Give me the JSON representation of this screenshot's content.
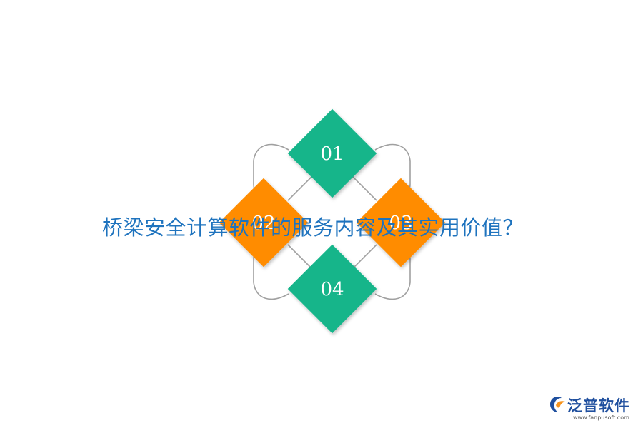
{
  "title": "桥梁安全计算软件的服务内容及其实用价值？",
  "items": [
    {
      "label": "01",
      "color": "#14b58a"
    },
    {
      "label": "02",
      "color": "#ff8c00"
    },
    {
      "label": "03",
      "color": "#ff8c00"
    },
    {
      "label": "04",
      "color": "#14b58a"
    }
  ],
  "logo": {
    "name": "泛普软件",
    "url": "www.fanpusoft.com",
    "colors": {
      "blue": "#1f4f9e",
      "orange": "#f7941d"
    }
  }
}
